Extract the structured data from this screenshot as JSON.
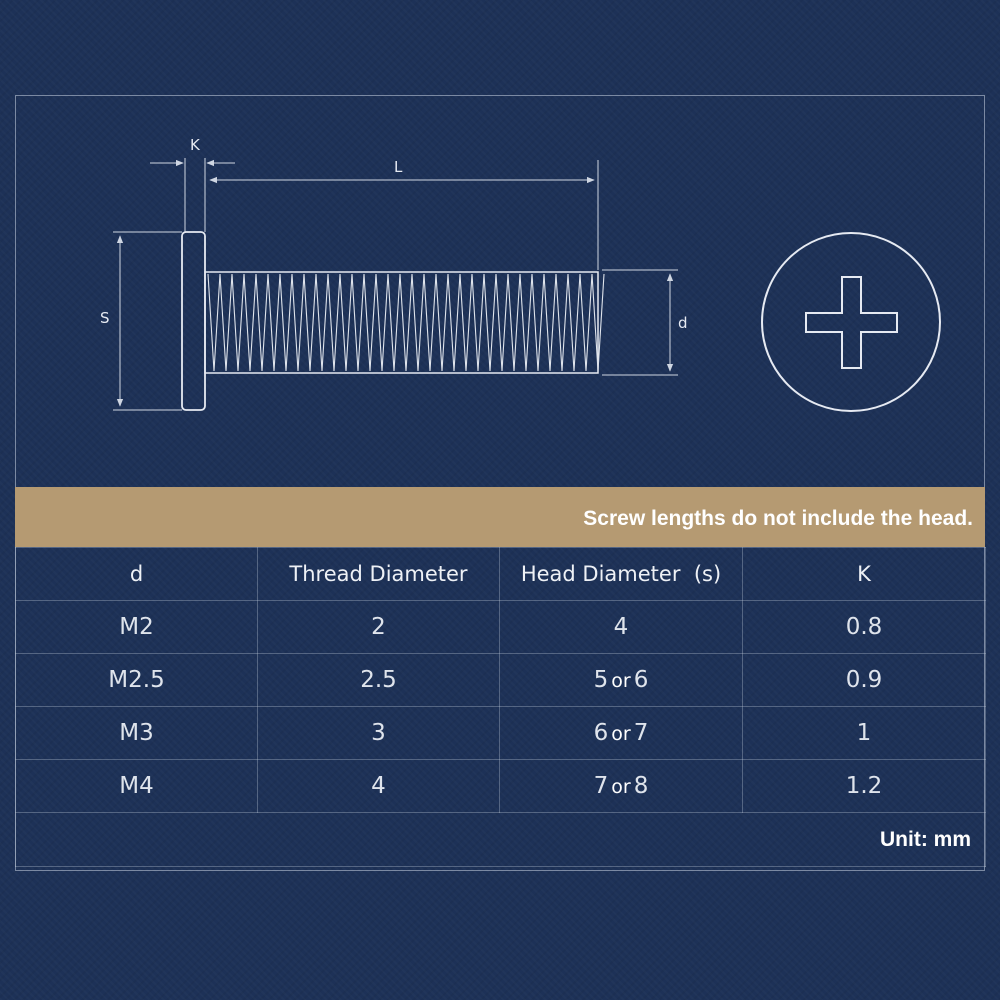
{
  "diagram": {
    "labels": {
      "k": "K",
      "l": "L",
      "s": "S",
      "d": "d"
    },
    "head_icon": "phillips-cross-icon"
  },
  "note": "Screw lengths do not include the head.",
  "table": {
    "headers": [
      "d",
      "Thread Diameter",
      "Head Diameter  (s)",
      "K"
    ],
    "rows": [
      {
        "d": "M2",
        "thread": "2",
        "head": "4",
        "k": "0.8"
      },
      {
        "d": "M2.5",
        "thread": "2.5",
        "head_a": "5",
        "or": "or",
        "head_b": "6",
        "k": "0.9"
      },
      {
        "d": "M3",
        "thread": "3",
        "head_a": "6",
        "or": "or",
        "head_b": "7",
        "k": "1"
      },
      {
        "d": "M4",
        "thread": "4",
        "head_a": "7",
        "or": "or",
        "head_b": "8",
        "k": "1.2"
      }
    ],
    "unit": "Unit: mm"
  },
  "colors": {
    "background": "#1d3157",
    "banner": "#b59a72",
    "line": "#cfd6e2"
  }
}
